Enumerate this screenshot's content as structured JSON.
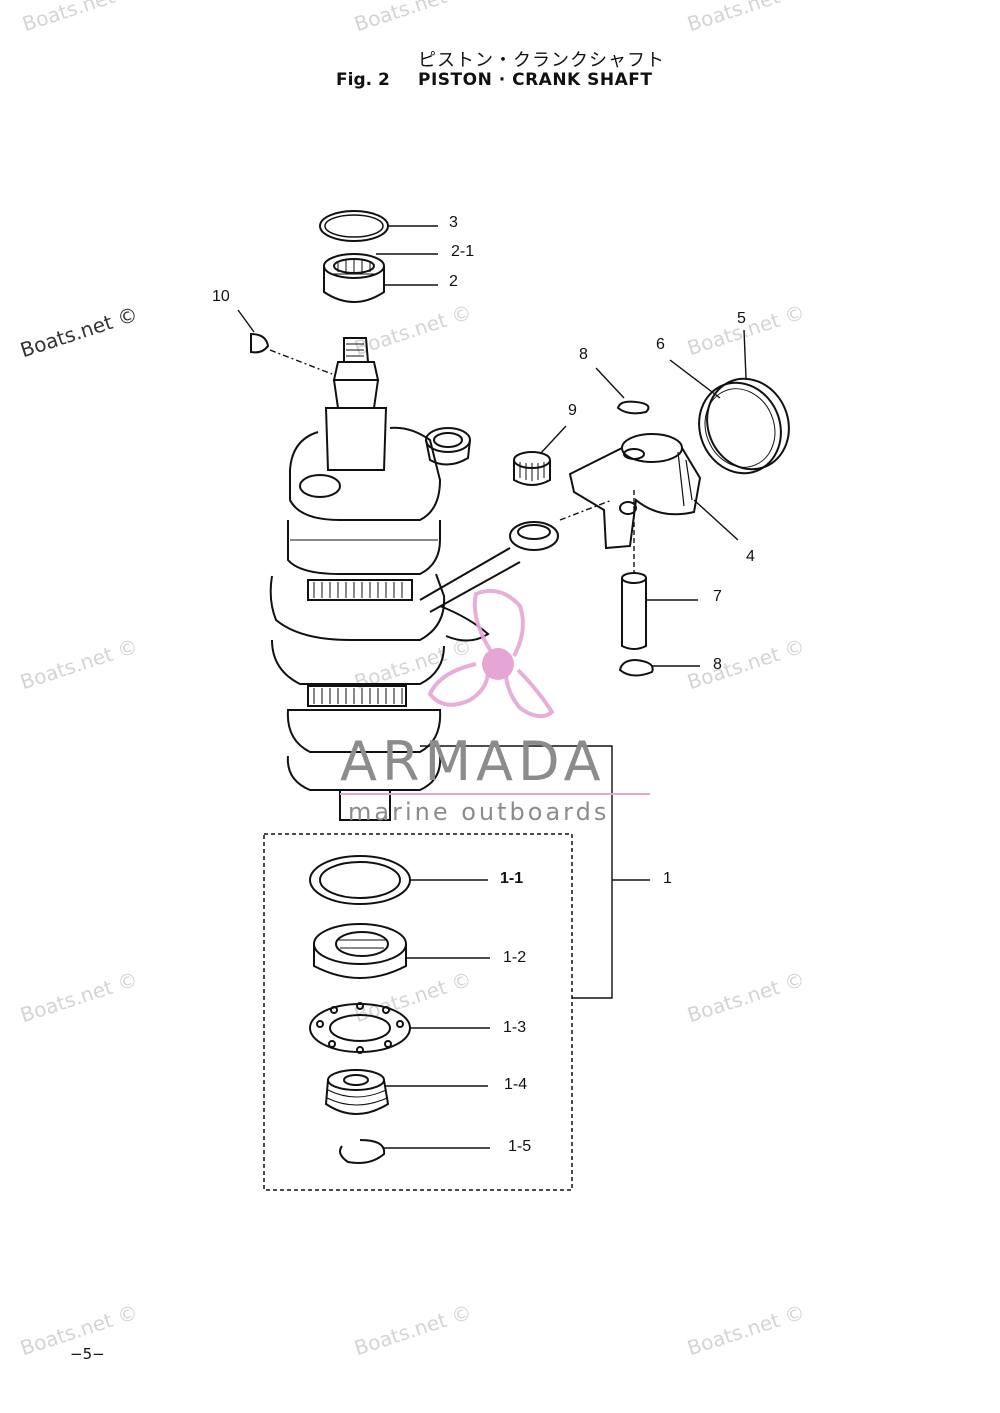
{
  "header": {
    "title_jp": "ピストン・クランクシャフト",
    "fig_label": "Fig. 2",
    "fig_title": "PISTON · CRANK SHAFT"
  },
  "callouts": {
    "c3": "3",
    "c2_1": "2-1",
    "c2": "2",
    "c10": "10",
    "c5": "5",
    "c6": "6",
    "c8a": "8",
    "c9": "9",
    "c4": "4",
    "c7": "7",
    "c8b": "8",
    "c1": "1",
    "c1_1": "1-1",
    "c1_2": "1-2",
    "c1_3": "1-3",
    "c1_4": "1-4",
    "c1_5": "1-5"
  },
  "watermarks": {
    "site": "Boats.net ©",
    "brand": "ARMADA",
    "brand_sub": "marine outboards"
  },
  "footer": {
    "page": "−5−"
  },
  "colors": {
    "brand_pink": "#e6a6d4",
    "brand_gray": "#8c8c8c",
    "watermark_gray": "#d4d4d4"
  }
}
